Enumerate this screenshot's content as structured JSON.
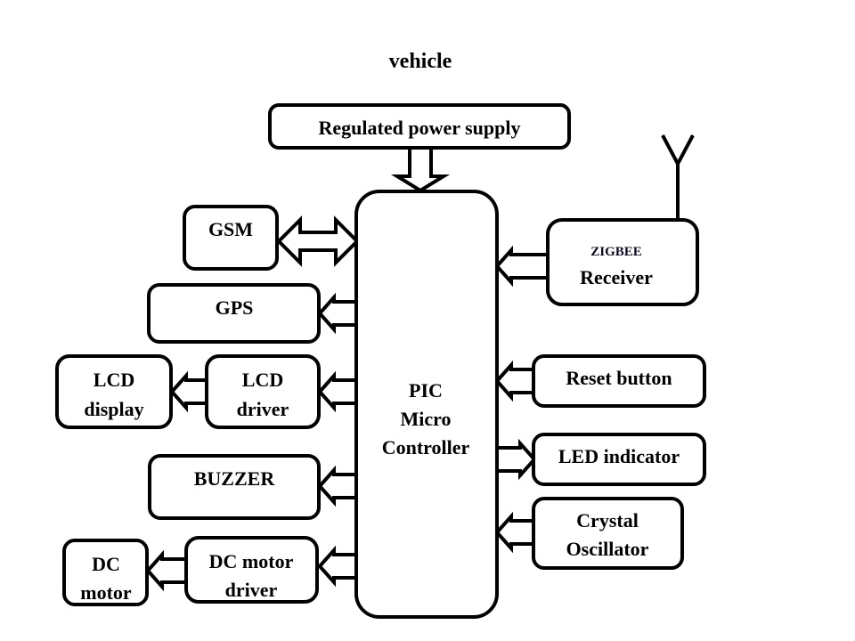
{
  "diagram": {
    "title": "vehicle",
    "central": {
      "lines": [
        "PIC",
        "Micro",
        "Controller"
      ]
    },
    "blocks": {
      "power_supply": {
        "lines": [
          "Regulated power supply"
        ]
      },
      "gsm": {
        "lines": [
          "GSM"
        ]
      },
      "gps": {
        "lines": [
          "GPS"
        ]
      },
      "lcd_display": {
        "lines": [
          "LCD",
          "display"
        ]
      },
      "lcd_driver": {
        "lines": [
          "LCD",
          "driver"
        ]
      },
      "buzzer": {
        "lines": [
          "BUZZER"
        ]
      },
      "dc_motor": {
        "lines": [
          "DC",
          "motor"
        ]
      },
      "dc_motor_driver": {
        "lines": [
          "DC motor",
          "driver"
        ]
      },
      "zigbee": {
        "lines": [
          "ZIGBEE",
          "Receiver"
        ]
      },
      "reset_button": {
        "lines": [
          "Reset button"
        ]
      },
      "led_indicator": {
        "lines": [
          "LED indicator"
        ]
      },
      "crystal_oscillator": {
        "lines": [
          "Crystal",
          "Oscillator"
        ]
      }
    },
    "connections": [
      {
        "from": "power_supply",
        "to": "central",
        "direction": "down"
      },
      {
        "from": "gsm",
        "to": "central",
        "direction": "bidirectional"
      },
      {
        "from": "central",
        "to": "gps",
        "direction": "left"
      },
      {
        "from": "central",
        "to": "lcd_driver",
        "direction": "left"
      },
      {
        "from": "lcd_driver",
        "to": "lcd_display",
        "direction": "left"
      },
      {
        "from": "central",
        "to": "buzzer",
        "direction": "left"
      },
      {
        "from": "central",
        "to": "dc_motor_driver",
        "direction": "left"
      },
      {
        "from": "dc_motor_driver",
        "to": "dc_motor",
        "direction": "left"
      },
      {
        "from": "zigbee",
        "to": "central",
        "direction": "left"
      },
      {
        "from": "reset_button",
        "to": "central",
        "direction": "left"
      },
      {
        "from": "central",
        "to": "led_indicator",
        "direction": "right"
      },
      {
        "from": "crystal_oscillator",
        "to": "central",
        "direction": "left"
      }
    ]
  }
}
